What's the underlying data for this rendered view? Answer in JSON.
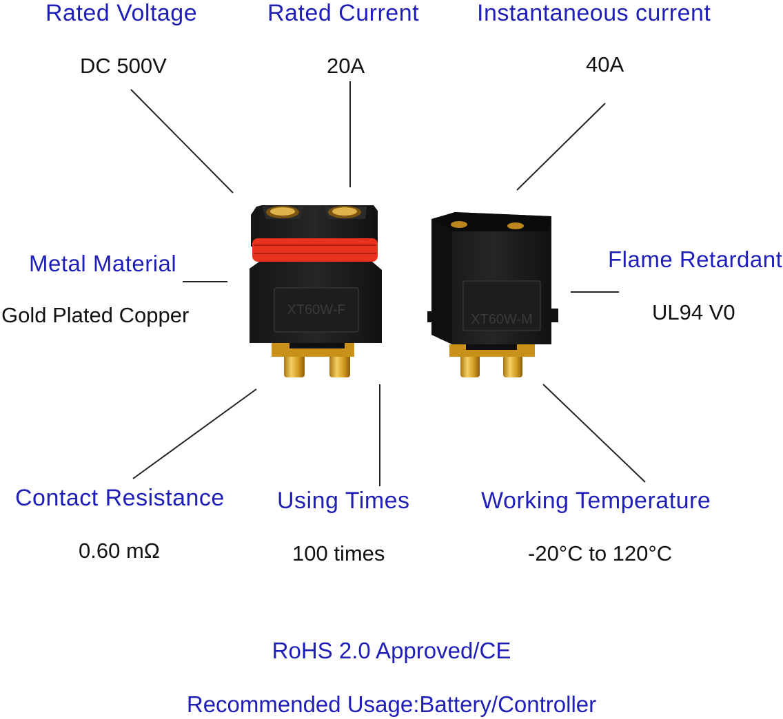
{
  "specs": {
    "rated_voltage": {
      "label": "Rated Voltage",
      "value": "DC 500V"
    },
    "rated_current": {
      "label": "Rated Current",
      "value": "20A"
    },
    "instantaneous_current": {
      "label": "Instantaneous current",
      "value": "40A"
    },
    "metal_material": {
      "label": "Metal Material",
      "value": "Gold Plated Copper"
    },
    "flame_retardant": {
      "label": "Flame Retardant",
      "value": "UL94 V0"
    },
    "contact_resistance": {
      "label": "Contact Resistance",
      "value": "0.60 mΩ"
    },
    "using_times": {
      "label": "Using Times",
      "value": "100 times"
    },
    "working_temperature": {
      "label": "Working Temperature",
      "value": "-20°C to 120°C"
    }
  },
  "connectors": {
    "female": {
      "marking": "XT60W-F"
    },
    "male": {
      "marking": "XT60W-M"
    }
  },
  "footer": {
    "certification": "RoHS 2.0 Approved/CE",
    "usage": "Recommended Usage:Battery/Controller"
  },
  "colors": {
    "label_blue": "#1f1fb8",
    "housing_black": "#1a1a1a",
    "ring_red": "#e8321e",
    "gold": "#d9a521"
  }
}
